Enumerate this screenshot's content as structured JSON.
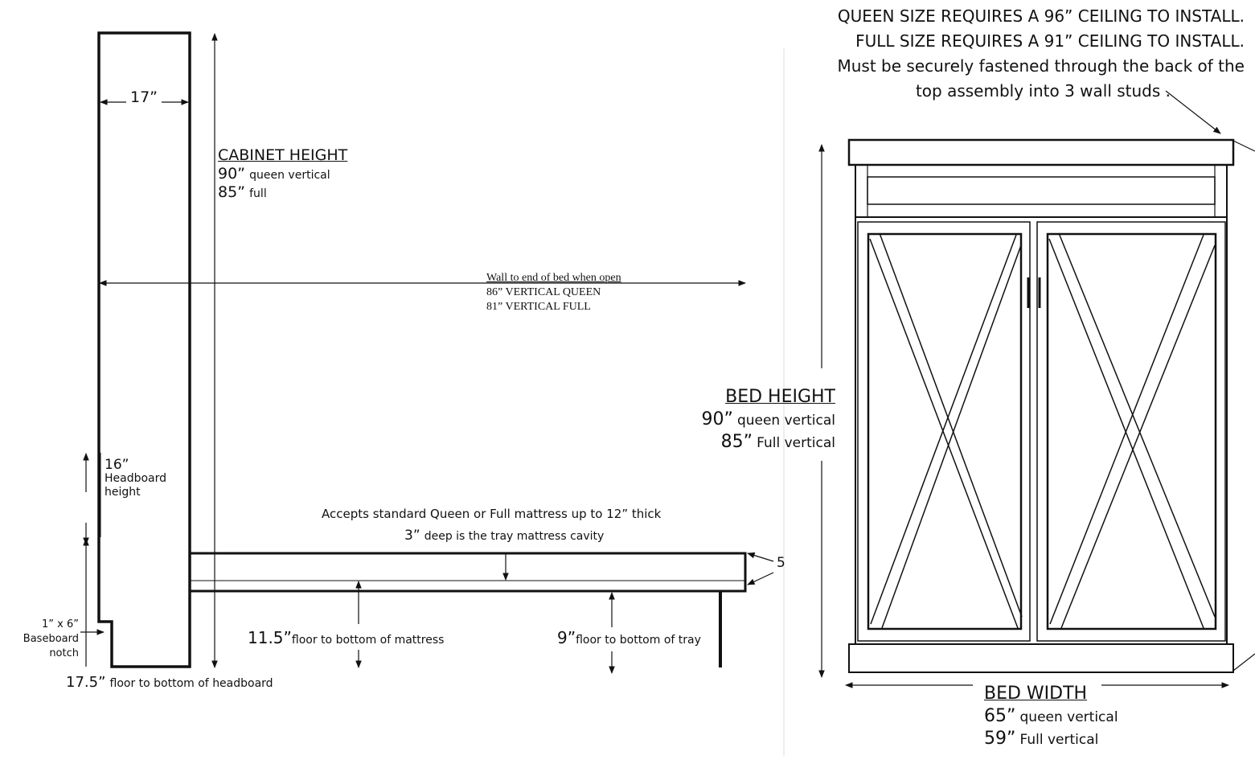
{
  "install_note": {
    "line1": "QUEEN SIZE REQUIRES A 96” CEILING TO INSTALL.",
    "line2": "FULL SIZE REQUIRES A 91” CEILING TO INSTALL.",
    "line3": "Must be securely fastened through the  back of the",
    "line4": "top assembly into 3 wall studs ."
  },
  "side_view": {
    "depth_label": "17”",
    "cabinet_height": {
      "title": "CABINET HEIGHT",
      "queen_value": "90”",
      "queen_text": "queen vertical",
      "full_value": "85”",
      "full_text": "full"
    },
    "wall_to_end": {
      "title": "Wall to end of bed when open",
      "queen": "86” VERTICAL QUEEN",
      "full": "81” VERTICAL FULL"
    },
    "headboard": {
      "value": "16”",
      "line1": "Headboard",
      "line2": "height"
    },
    "baseboard": {
      "line1": "1” x 6”",
      "line2": "Baseboard",
      "line3": "notch"
    },
    "headboard_floor": {
      "value": "17.5”",
      "text": "floor to bottom of headboard"
    },
    "mattress_note": "Accepts standard Queen or Full mattress up to 12” thick",
    "tray_cavity": {
      "value": "3”",
      "text": "deep is the tray mattress cavity"
    },
    "mattress_floor": {
      "value": "11.5”",
      "text": "floor to bottom of mattress"
    },
    "tray_floor": {
      "value": "9”",
      "text": "floor to bottom of tray"
    },
    "cut_off_label": "5"
  },
  "front_view": {
    "bed_height": {
      "title": "BED HEIGHT",
      "queen_value": "90”",
      "queen_text": "queen vertical",
      "full_value": "85”",
      "full_text": "Full vertical"
    },
    "bed_width": {
      "title": "BED WIDTH",
      "queen_value": "65”",
      "queen_text": "queen vertical",
      "full_value": "59”",
      "full_text": "Full vertical"
    }
  },
  "colors": {
    "line": "#111111",
    "background": "#ffffff",
    "divider": "#dddddd"
  }
}
